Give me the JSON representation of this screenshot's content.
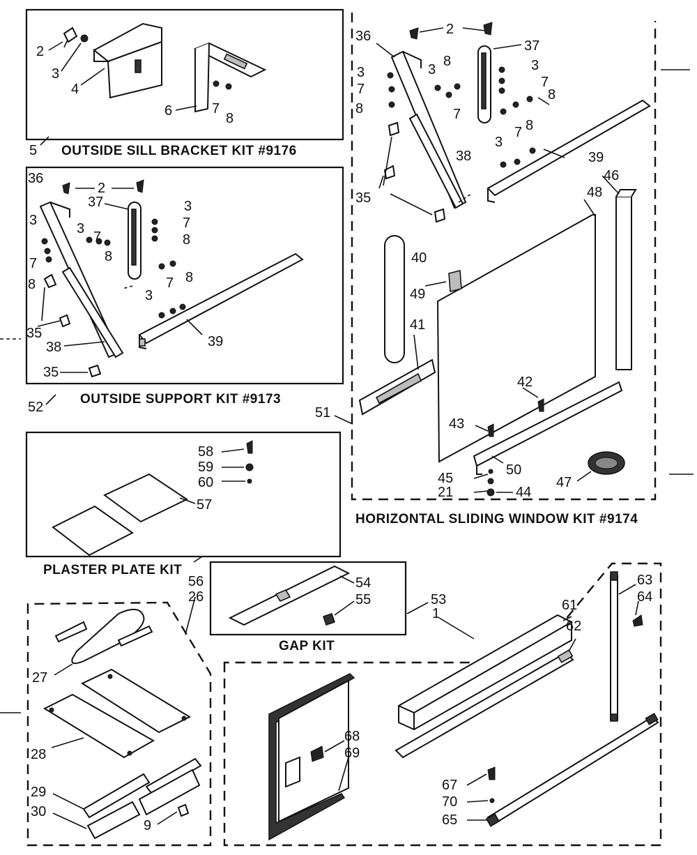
{
  "kits": {
    "sill_bracket": "OUTSIDE SILL BRACKET KIT #9176",
    "support": "OUTSIDE SUPPORT KIT #9173",
    "window": "HORIZONTAL SLIDING WINDOW KIT #9174",
    "plaster": "PLASTER PLATE KIT",
    "gap": "GAP KIT"
  },
  "callouts": {
    "c_2a": "2",
    "c_3a": "3",
    "c_4": "4",
    "c_6": "6",
    "c_7a": "7",
    "c_8a": "8",
    "c_5": "5",
    "c_36b": "36",
    "c_2b": "2",
    "c_37b": "37",
    "c_3b1": "3",
    "c_7b1": "7",
    "c_8b1": "8",
    "c_3b2": "3",
    "c_7b2": "7",
    "c_8b2": "8",
    "c_3b3": "3",
    "c_7b3": "7",
    "c_8b3": "8",
    "c_35b1": "35",
    "c_38b": "38",
    "c_39b": "39",
    "c_35b2": "35",
    "c_52": "52",
    "c_36c": "36",
    "c_2c": "2",
    "c_37c": "37",
    "c_3c1": "3",
    "c_8c1": "8",
    "c_3c2": "3",
    "c_7c1": "7",
    "c_8c2": "8",
    "c_3c3": "3",
    "c_7c2": "7",
    "c_8c3": "8",
    "c_3c4": "3",
    "c_7c3": "7",
    "c_8c4": "8",
    "c_35c": "35",
    "c_38c": "38",
    "c_39c": "39",
    "c_46": "46",
    "c_48": "48",
    "c_40": "40",
    "c_49": "49",
    "c_41": "41",
    "c_42": "42",
    "c_43": "43",
    "c_51": "51",
    "c_50": "50",
    "c_45": "45",
    "c_21": "21",
    "c_44": "44",
    "c_47": "47",
    "c_58": "58",
    "c_59": "59",
    "c_60": "60",
    "c_57": "57",
    "c_56": "56",
    "c_26": "26",
    "c_54": "54",
    "c_55": "55",
    "c_53": "53",
    "c_1": "1",
    "c_61": "61",
    "c_62": "62",
    "c_63": "63",
    "c_64": "64",
    "c_27": "27",
    "c_28": "28",
    "c_29": "29",
    "c_30": "30",
    "c_9": "9",
    "c_68": "68",
    "c_69": "69",
    "c_67": "67",
    "c_70": "70",
    "c_65": "65"
  }
}
